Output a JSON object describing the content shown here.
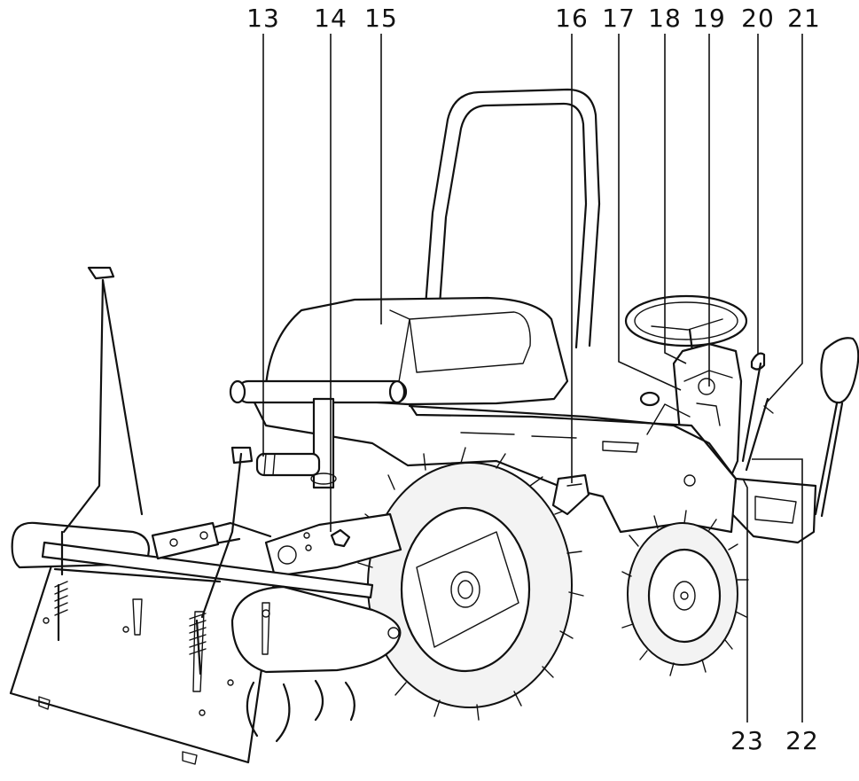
{
  "diagram": {
    "callouts": [
      {
        "id": "13",
        "label": "13"
      },
      {
        "id": "14",
        "label": "14"
      },
      {
        "id": "15",
        "label": "15"
      },
      {
        "id": "16",
        "label": "16"
      },
      {
        "id": "17",
        "label": "17"
      },
      {
        "id": "18",
        "label": "18"
      },
      {
        "id": "19",
        "label": "19"
      },
      {
        "id": "20",
        "label": "20"
      },
      {
        "id": "21",
        "label": "21"
      },
      {
        "id": "22",
        "label": "22"
      },
      {
        "id": "23",
        "label": "23"
      }
    ]
  }
}
